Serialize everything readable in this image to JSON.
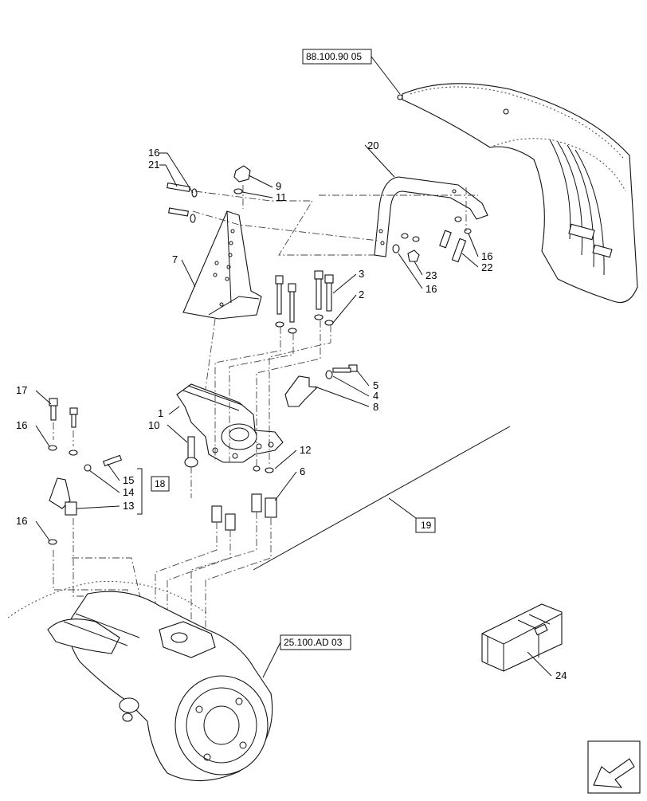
{
  "diagram": {
    "refs": {
      "top": "88.100.90 05",
      "bottom": "25.100.AD 03",
      "group18": "18",
      "group19": "19"
    },
    "callouts": {
      "c1": "1",
      "c2": "2",
      "c3": "3",
      "c4": "4",
      "c5": "5",
      "c6": "6",
      "c7": "7",
      "c8": "8",
      "c9": "9",
      "c10": "10",
      "c11": "11",
      "c12": "12",
      "c13": "13",
      "c14": "14",
      "c15": "15",
      "c16a": "16",
      "c16b": "16",
      "c16c": "16",
      "c16d": "16",
      "c16e": "16",
      "c17": "17",
      "c20": "20",
      "c21": "21",
      "c22": "22",
      "c23": "23",
      "c24": "24"
    },
    "icons": {
      "fender": "fender-icon",
      "axle": "front-axle-icon",
      "crate": "kit-crate-icon",
      "nav": "direction-arrow-icon"
    }
  }
}
